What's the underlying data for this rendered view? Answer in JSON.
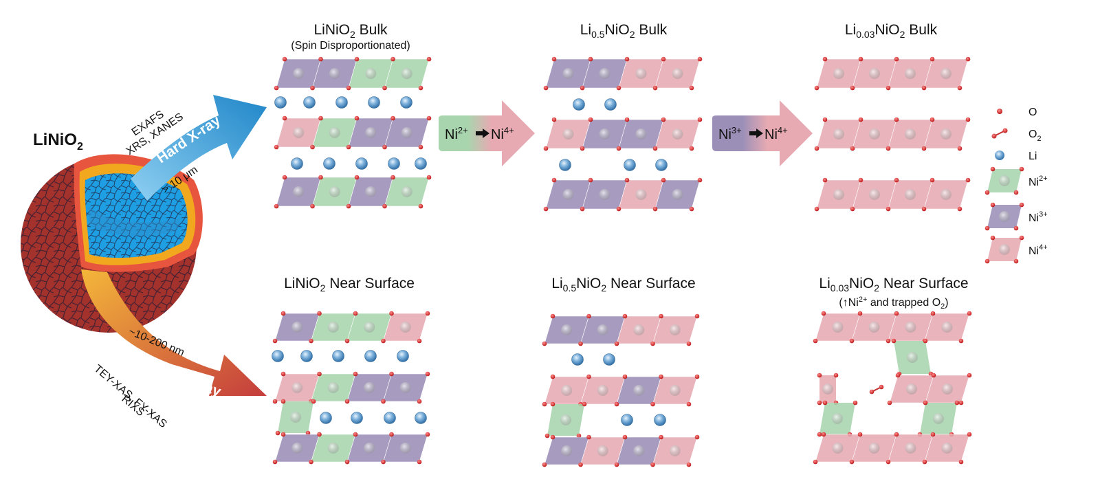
{
  "colors": {
    "ni2": "#a8d5ae",
    "ni3": "#9b8fb8",
    "ni4": "#e7aab2",
    "oxygen": "#d42020",
    "lithium": "#5b95c8",
    "hard_xray": "#2e9bd6",
    "soft_xray": "#c8473f"
  },
  "particle": {
    "label": {
      "main": "LiNiO",
      "sub": "2"
    }
  },
  "hard_xray": {
    "label": "Hard X-ray",
    "depth": "> 10 μm",
    "techniques": [
      "EXAFS",
      "XRS, XANES"
    ]
  },
  "soft_xray": {
    "label": "Soft X-ray",
    "depth": "~10-200 nm",
    "techniques": [
      "TEY-XAS, FY-XAS",
      "RIXS"
    ]
  },
  "panels": {
    "bulk_0": {
      "t1": "LiNiO",
      "s1": "2",
      "t2": " Bulk",
      "subtitle": "(Spin Disproportionated)"
    },
    "bulk_05": {
      "t0": "Li",
      "s0": "0.5",
      "t1": "NiO",
      "s1": "2",
      "t2": " Bulk"
    },
    "bulk_003": {
      "t0": "Li",
      "s0": "0.03",
      "t1": "NiO",
      "s1": "2",
      "t2": " Bulk"
    },
    "surf_0": {
      "t1": "LiNiO",
      "s1": "2",
      "t2": " Near Surface"
    },
    "surf_05": {
      "t0": "Li",
      "s0": "0.5",
      "t1": "NiO",
      "s1": "2",
      "t2": " Near Surface"
    },
    "surf_003": {
      "t0": "Li",
      "s0": "0.03",
      "t1": "NiO",
      "s1": "2",
      "t2": " Near Surface",
      "sub_pre": "(",
      "sub_arrow": "↑",
      "sub_ni": "Ni",
      "sub_charge": "2+",
      "sub_mid": " and trapped O",
      "sub_o2": "2",
      "sub_post": ")"
    }
  },
  "transitions": [
    {
      "from": "Ni",
      "from_charge": "2+",
      "to": "Ni",
      "to_charge": "4+",
      "from_color": "#a8d5ae"
    },
    {
      "from": "Ni",
      "from_charge": "3+",
      "to": "Ni",
      "to_charge": "4+",
      "from_color": "#9b8fb8"
    }
  ],
  "legend": [
    {
      "label": "O",
      "sub": "",
      "sup": ""
    },
    {
      "label": "O",
      "sub": "2",
      "sup": ""
    },
    {
      "label": "Li",
      "sub": "",
      "sup": ""
    },
    {
      "label": "Ni",
      "sub": "",
      "sup": "2+"
    },
    {
      "label": "Ni",
      "sub": "",
      "sup": "3+"
    },
    {
      "label": "Ni",
      "sub": "",
      "sup": "4+"
    }
  ]
}
